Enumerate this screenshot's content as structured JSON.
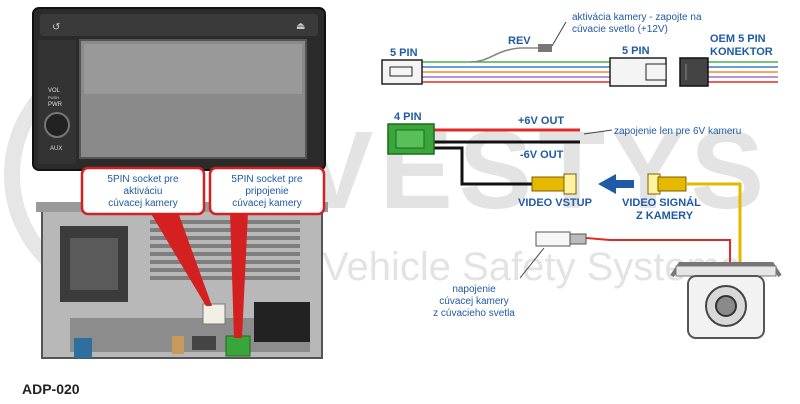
{
  "product_code": "ADP-020",
  "watermark": {
    "brand": "VESTYS",
    "tagline": "Vehicle Safety Systems"
  },
  "head_unit": {
    "buttons": [
      "VOL",
      "PUSH",
      "PWR",
      "AUX"
    ]
  },
  "callouts": {
    "activation_socket": [
      "5PIN socket pre",
      "aktiváciu",
      "cúvacej kamery"
    ],
    "connection_socket": [
      "5PIN socket pre",
      "pripojenie",
      "cúvacej kamery"
    ]
  },
  "harness": {
    "rev_label": "REV",
    "rev_note": [
      "aktivácia kamery - zapojte na",
      "cúvacie svetlo (+12V)"
    ],
    "five_pin_left": "5 PIN",
    "five_pin_right": "5 PIN",
    "oem_connector": [
      "OEM 5 PIN",
      "KONEKTOR"
    ]
  },
  "power": {
    "four_pin": "4 PIN",
    "plus6v": "+6V OUT",
    "minus6v": "-6V OUT",
    "note_6v": "zapojenie len pre 6V kameru"
  },
  "video": {
    "input_label": "VIDEO VSTUP",
    "signal_label": [
      "VIDEO SIGNÁL",
      "Z KAMERY"
    ],
    "camera_power_note": [
      "napojenie",
      "cúvacej kamery",
      "z cúvacieho svetla"
    ]
  },
  "colors": {
    "callout_red": "#d42020",
    "label_blue": "#1f5aa6",
    "wire_red": "#e02a2a",
    "wire_black": "#111111",
    "wire_yellow": "#e6b800",
    "wire_green": "#4caf50",
    "wire_blue": "#3a7fd0",
    "wire_orange": "#f08a2a",
    "wire_purple": "#a070c0",
    "connector_green": "#3aa53a"
  }
}
